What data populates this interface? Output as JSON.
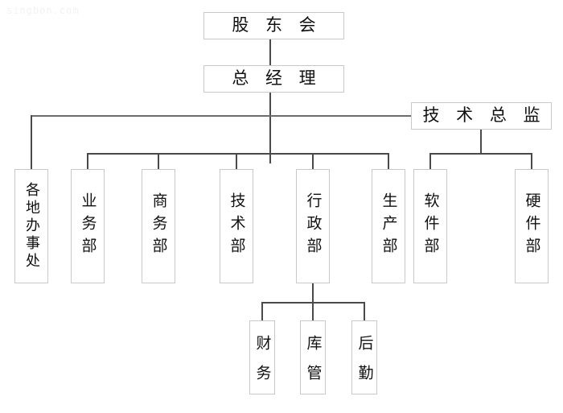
{
  "watermark": "singbon.com",
  "chart": {
    "title": "",
    "type": "org-chart",
    "nodes": {
      "shareholders": "股 东 会",
      "general_manager": "总 经 理",
      "tech_director": "技 术 总 监",
      "regional_offices": "各地办事处",
      "business_dept": "业务部",
      "commerce_dept": "商务部",
      "technical_dept": "技术部",
      "admin_dept": "行政部",
      "production_dept": "生产部",
      "software_dept": "软件部",
      "hardware_dept": "硬件部",
      "finance": "财务",
      "warehouse": "库管",
      "logistics": "后勤"
    },
    "colors": {
      "box_border": "#c9c9c9",
      "line": "#4a4a4a",
      "text": "#111111",
      "background": "#ffffff",
      "watermark": "#f2f2f2"
    }
  }
}
